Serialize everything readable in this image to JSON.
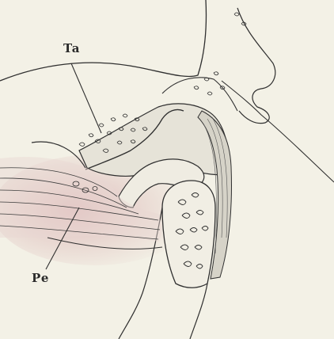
{
  "figure": {
    "labels": [
      {
        "id": "Ta",
        "text": "Ta"
      },
      {
        "id": "Pe",
        "text": "Pe"
      }
    ]
  },
  "colors": {
    "background": "#f3f1e6",
    "ink": "#2f2f2f",
    "shading": "#d6d3c8",
    "muscle_tint": "#dcb8b8"
  }
}
